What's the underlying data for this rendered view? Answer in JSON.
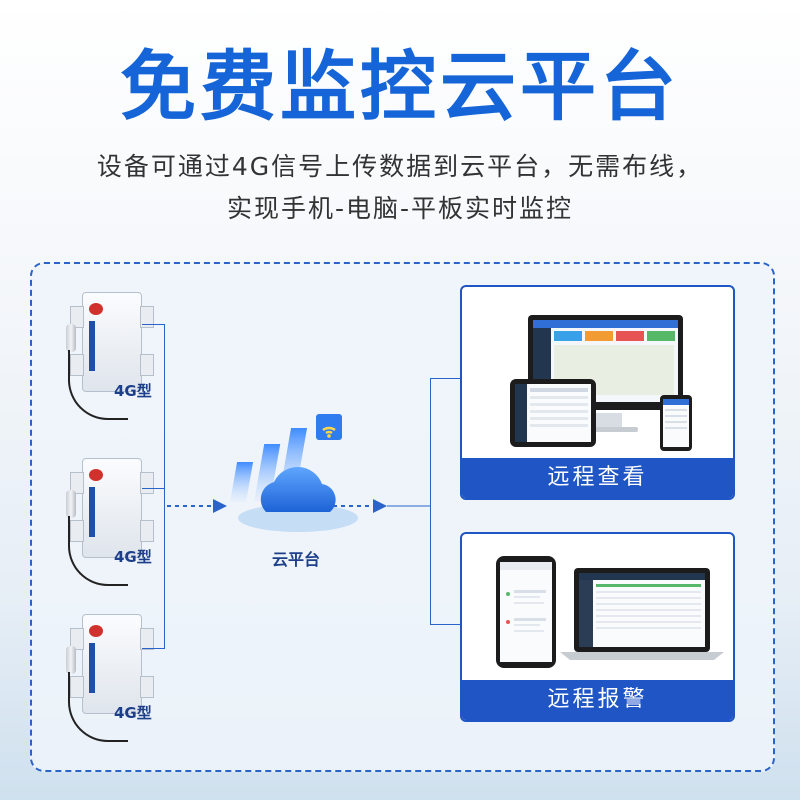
{
  "header": {
    "title": "免费监控云平台",
    "subtitle_line1": "设备可通过4G信号上传数据到云平台，无需布线，",
    "subtitle_line2": "实现手机-电脑-平板实时监控"
  },
  "devices": [
    {
      "label": "4G型"
    },
    {
      "label": "4G型"
    },
    {
      "label": "4G型"
    }
  ],
  "cloud": {
    "label": "云平台"
  },
  "cards": [
    {
      "footer": "远程查看"
    },
    {
      "footer": "远程报警"
    }
  ],
  "colors": {
    "brand_blue": "#1565d8",
    "panel_border": "#2a63c9",
    "card_footer": "#1f55c4"
  }
}
